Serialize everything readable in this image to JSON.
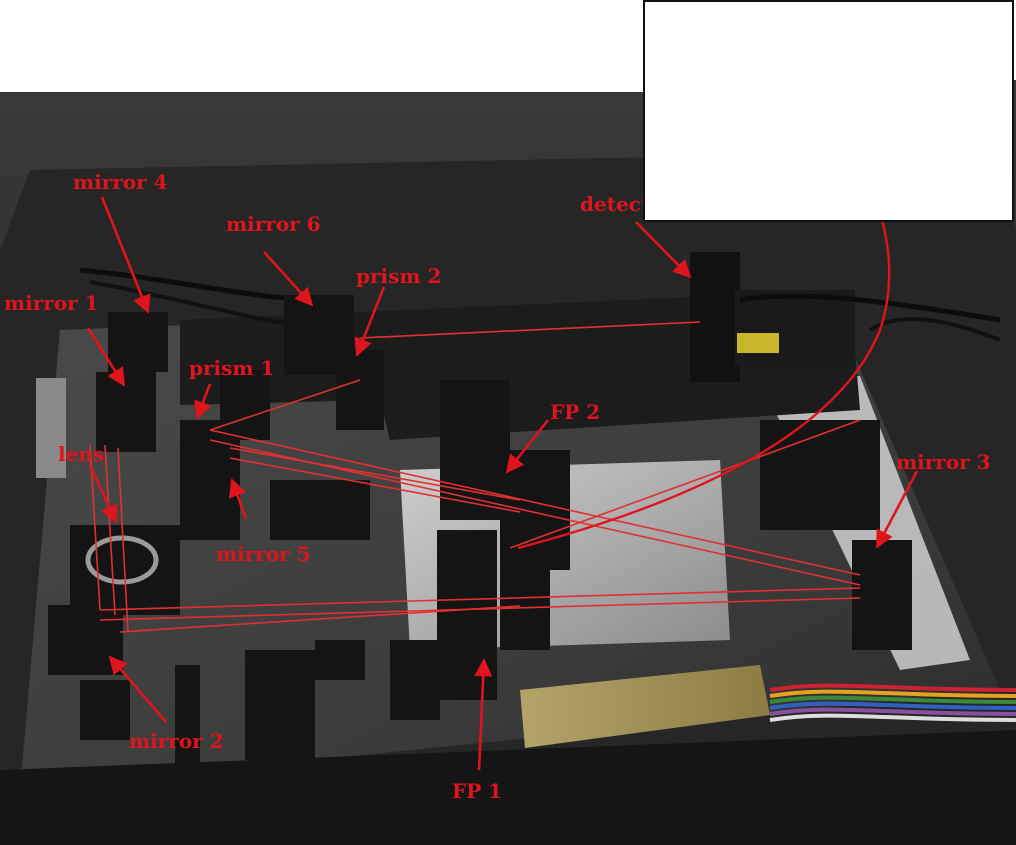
{
  "figure": {
    "label_color": "#e0141c",
    "beam_color": "#e23030",
    "labels": {
      "mirror4": "mirror 4",
      "mirror6": "mirror 6",
      "prism2": "prism 2",
      "detector": "detector",
      "mirror1": "mirror 1",
      "prism1": "prism 1",
      "fp2": "FP 2",
      "lens": "lens",
      "mirror3": "mirror 3",
      "mirror5": "mirror 5",
      "mirror2": "mirror 2",
      "fp1": "FP 1"
    },
    "inset": {
      "description_icon": "spectrometer-module-photo"
    }
  }
}
